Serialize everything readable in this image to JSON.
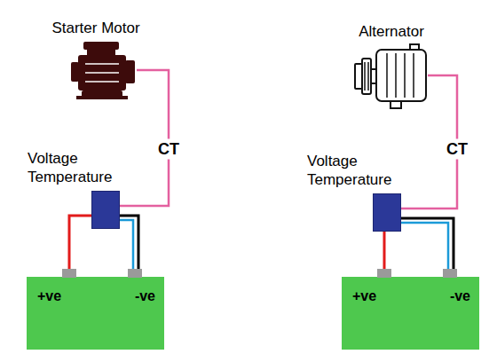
{
  "diagram": {
    "nodes": [
      {
        "text": [
          "Starter Motor"
        ]
      },
      {
        "text": [
          "Voltage Temperature"
        ]
      },
      {
        "text": [
          "+ve",
          "-ve"
        ]
      },
      {
        "text": [
          "Alternator"
        ]
      },
      {
        "text": [
          "Voltage Temperature"
        ]
      },
      {
        "text": [
          "+ve",
          "-ve"
        ]
      }
    ],
    "edges": [
      {
        "from": 0,
        "to": 1,
        "label": "CT",
        "arrow": "none"
      },
      {
        "from": 1,
        "to": 2,
        "arrow": "none"
      },
      {
        "from": 1,
        "to": 2,
        "arrow": "none"
      },
      {
        "from": 3,
        "to": 4,
        "label": "CT",
        "arrow": "none"
      },
      {
        "from": 4,
        "to": 5,
        "arrow": "none"
      },
      {
        "from": 4,
        "to": 5,
        "arrow": "none"
      }
    ]
  }
}
